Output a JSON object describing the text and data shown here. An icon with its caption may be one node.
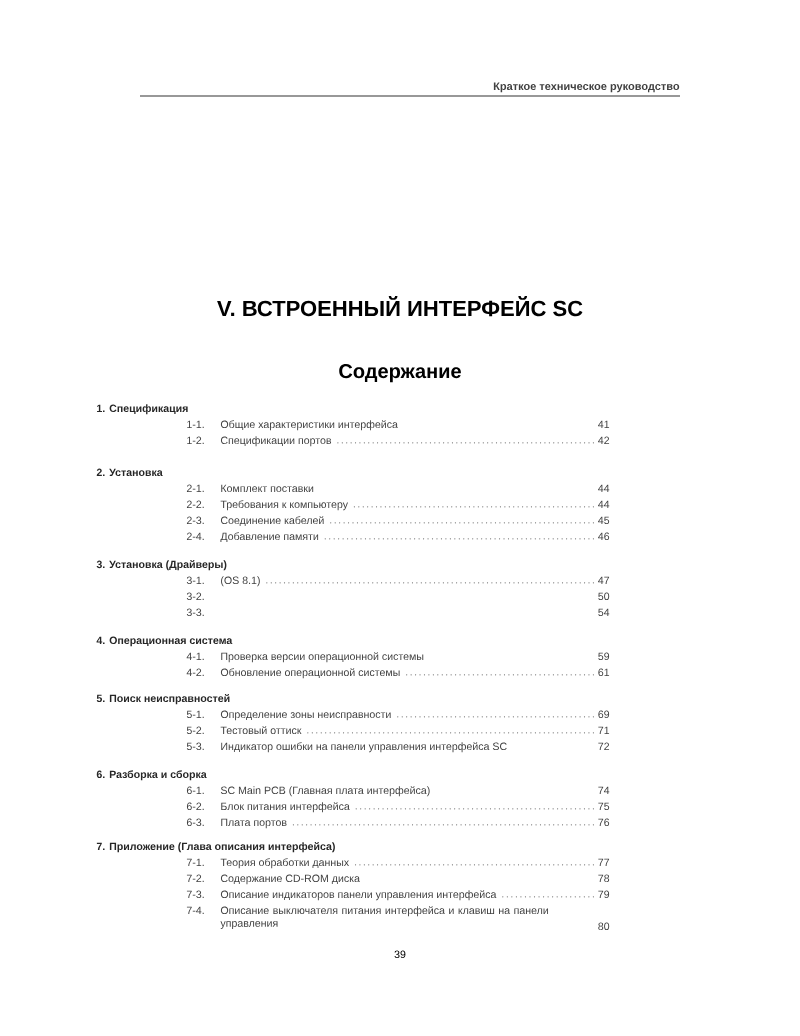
{
  "diagram": {
    "title": "V.  ВСТРОЕННЫЙ ИНТЕРФЕЙС SC",
    "labels": [
      "Краткое техническое руководство",
      "Содержание",
      "1. Спецификация",
      "1-1.",
      "Общие характеристики интерфейса",
      "41",
      "1-2.",
      "Спецификации портов",
      "42",
      "2. Установка",
      "2-1.",
      "Комплект поставки",
      "44",
      "2-2.",
      "Требования к компьютеру",
      "44",
      "2-3.",
      "Соединение кабелей",
      "45",
      "2-4.",
      "Добавление памяти",
      "46",
      "3. Установка (Драйверы)",
      "3-1.",
      "(OS 8.1)",
      "47",
      "3-2.",
      "50",
      "3-3.",
      "54",
      "4. Операционная система",
      "4-1.",
      "Проверка версии операционной системы",
      "59",
      "4-2.",
      "Обновление операционной системы",
      "61",
      "5. Поиск неисправностей",
      "5-1.",
      "Определение зоны неисправности",
      "69",
      "5-2.",
      "Тестовый оттиск",
      "71",
      "5-3.",
      "Индикатор ошибки на панели управления интерфейса SC",
      "72",
      "6. Разборка и сборка",
      "6-1.",
      "SC Main PCB (Главная плата интерфейса)",
      "74",
      "6-2.",
      "Блок питания интерфейса",
      "75",
      "6-3.",
      "Плата портов",
      "76",
      "7. Приложение (Глава описания интерфейса)",
      "7-1.",
      "Теория обработки данных",
      "77",
      "7-2.",
      "Содержание CD-ROM диска",
      "78",
      "7-3.",
      "Описание индикаторов панели управления интерфейса",
      "79",
      "7-4.",
      "Описание выключателя питания интерфейса и клавиш на панели управления",
      "80",
      "39"
    ]
  }
}
